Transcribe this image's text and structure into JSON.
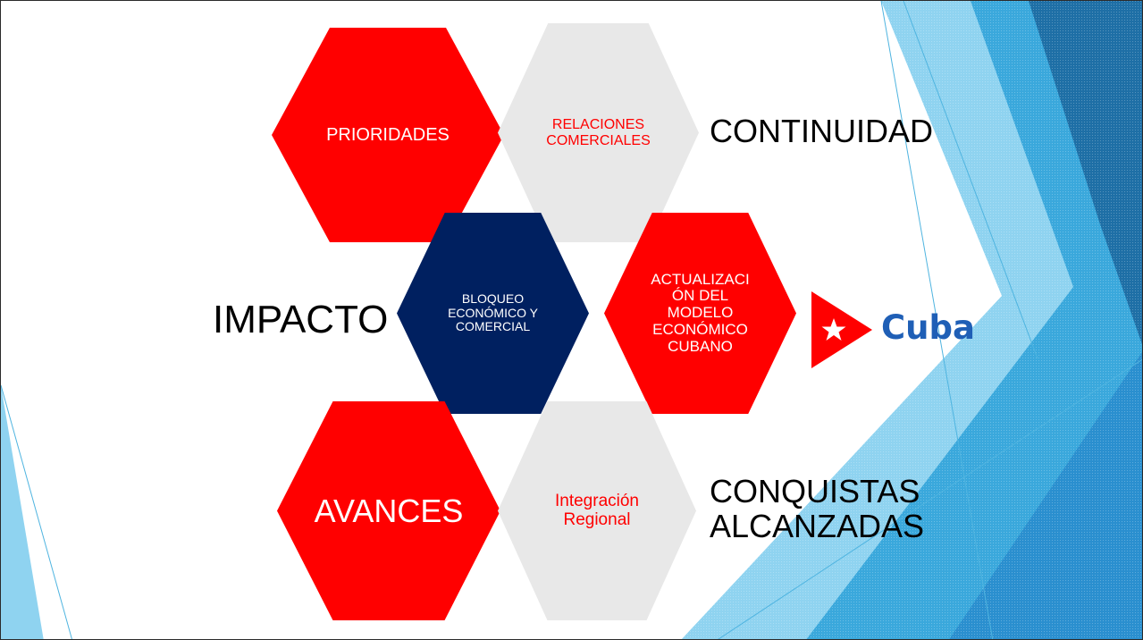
{
  "colors": {
    "red": "#ff0000",
    "grey": "#e8e8e8",
    "navy": "#002060",
    "logo_blue": "#1f5fb6",
    "sky_light": "#8fd3f0",
    "sky_mid": "#3aa8dc",
    "sky_dark": "#1e6fa6"
  },
  "hexagons": {
    "prioridades": "PRIORIDADES",
    "relaciones": [
      "RELACIONES",
      "COMERCIALES"
    ],
    "bloqueo": [
      "BLOQUEO",
      "ECONÓMICO Y",
      "COMERCIAL"
    ],
    "actualizacion": [
      "ACTUALIZACI",
      "ÓN DEL",
      "MODELO",
      "ECONÓMICO",
      "CUBANO"
    ],
    "avances": "AVANCES",
    "integracion": [
      "Integración",
      "Regional"
    ]
  },
  "labels": {
    "continuidad": "CONTINUIDAD",
    "impacto": "IMPACTO",
    "conquistas": [
      "CONQUISTAS",
      "ALCANZADAS"
    ]
  },
  "logo": {
    "text": "Cuba",
    "icon": "star-icon"
  }
}
